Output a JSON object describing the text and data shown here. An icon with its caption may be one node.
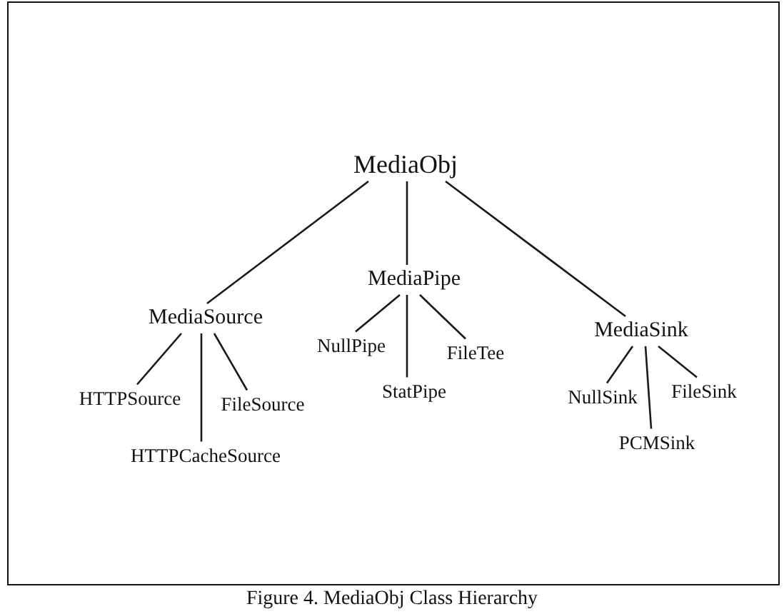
{
  "diagram": {
    "caption": "Figure 4. MediaObj Class Hierarchy",
    "nodes": [
      {
        "text": [
          "MediaObj"
        ]
      },
      {
        "text": [
          "MediaSource"
        ]
      },
      {
        "text": [
          "MediaPipe"
        ]
      },
      {
        "text": [
          "MediaSink"
        ]
      },
      {
        "text": [
          "HTTPSource"
        ]
      },
      {
        "text": [
          "FileSource"
        ]
      },
      {
        "text": [
          "HTTPCacheSource"
        ]
      },
      {
        "text": [
          "NullPipe"
        ]
      },
      {
        "text": [
          "FileTee"
        ]
      },
      {
        "text": [
          "StatPipe"
        ]
      },
      {
        "text": [
          "NullSink"
        ]
      },
      {
        "text": [
          "FileSink"
        ]
      },
      {
        "text": [
          "PCMSink"
        ]
      }
    ],
    "edges": [
      {
        "from": 0,
        "to": 1,
        "arrow": "none"
      },
      {
        "from": 0,
        "to": 2,
        "arrow": "none"
      },
      {
        "from": 0,
        "to": 3,
        "arrow": "none"
      },
      {
        "from": 1,
        "to": 4,
        "arrow": "none"
      },
      {
        "from": 1,
        "to": 6,
        "arrow": "none"
      },
      {
        "from": 1,
        "to": 5,
        "arrow": "none"
      },
      {
        "from": 2,
        "to": 7,
        "arrow": "none"
      },
      {
        "from": 2,
        "to": 9,
        "arrow": "none"
      },
      {
        "from": 2,
        "to": 8,
        "arrow": "none"
      },
      {
        "from": 3,
        "to": 10,
        "arrow": "none"
      },
      {
        "from": 3,
        "to": 12,
        "arrow": "none"
      },
      {
        "from": 3,
        "to": 11,
        "arrow": "none"
      }
    ]
  }
}
